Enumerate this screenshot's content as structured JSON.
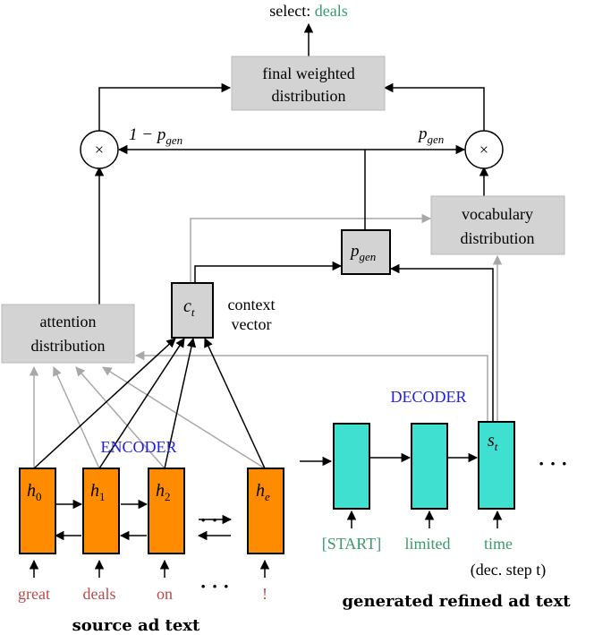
{
  "top": {
    "select_prefix": "select:",
    "select_word": "deals",
    "final_line1": "final weighted",
    "final_line2": "distribution"
  },
  "gates": {
    "one_minus_pgen": "1 − p",
    "one_minus_pgen_sub": "gen",
    "pgen": "p",
    "pgen_sub": "gen",
    "times": "×"
  },
  "vocab": {
    "line1": "vocabulary",
    "line2": "distribution"
  },
  "pgen_box": {
    "main": "p",
    "sub": "gen"
  },
  "context": {
    "main": "c",
    "sub": "t",
    "label1": "context",
    "label2": "vector"
  },
  "attention": {
    "line1": "attention",
    "line2": "distribution"
  },
  "encoder": {
    "title": "ENCODER",
    "states": [
      {
        "main": "h",
        "sub": "0"
      },
      {
        "main": "h",
        "sub": "1"
      },
      {
        "main": "h",
        "sub": "2"
      },
      {
        "main": "h",
        "sub": "e"
      }
    ],
    "dots": "· · ·",
    "inputs": [
      "great",
      "deals",
      "on",
      "!"
    ],
    "input_dots": "· · ·",
    "caption": "source ad text"
  },
  "decoder": {
    "title": "DECODER",
    "state": {
      "main": "s",
      "sub": "t"
    },
    "dots": "· · ·",
    "inputs": [
      "[START]",
      "limited",
      "time"
    ],
    "step_note": "(dec. step t)",
    "caption": "generated refined ad text"
  },
  "colors": {
    "encoder_fill": "#ff8c00",
    "decoder_fill": "#40e0d0",
    "box_fill": "#d3d3d3",
    "title_blue": "#2020e0",
    "source_word": "#b84a4a",
    "generated_word": "#3a9a6a",
    "gray_arrow": "#a8a8a8"
  }
}
